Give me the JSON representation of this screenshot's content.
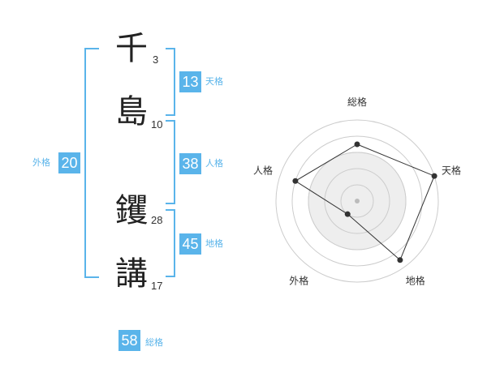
{
  "name": {
    "chars": [
      {
        "char": "千",
        "strokes": "3"
      },
      {
        "char": "島",
        "strokes": "10"
      },
      {
        "char": "钁",
        "strokes": "28"
      },
      {
        "char": "講",
        "strokes": "17"
      }
    ]
  },
  "fortune": {
    "ten": {
      "value": "13",
      "label": "天格"
    },
    "jin": {
      "value": "38",
      "label": "人格"
    },
    "chi": {
      "value": "45",
      "label": "地格"
    },
    "gai": {
      "value": "20",
      "label": "外格"
    },
    "sou": {
      "value": "58",
      "label": "総格"
    }
  },
  "colors": {
    "accent": "#5ab4ea",
    "text": "#222222",
    "grid": "#cccccc",
    "fill": "#eeeeee"
  },
  "chart_data": {
    "type": "radar",
    "axes": [
      "総格",
      "天格",
      "地格",
      "外格",
      "人格"
    ],
    "rings": 5,
    "max": 5,
    "values": [
      3.5,
      5,
      4.5,
      1,
      4
    ]
  }
}
